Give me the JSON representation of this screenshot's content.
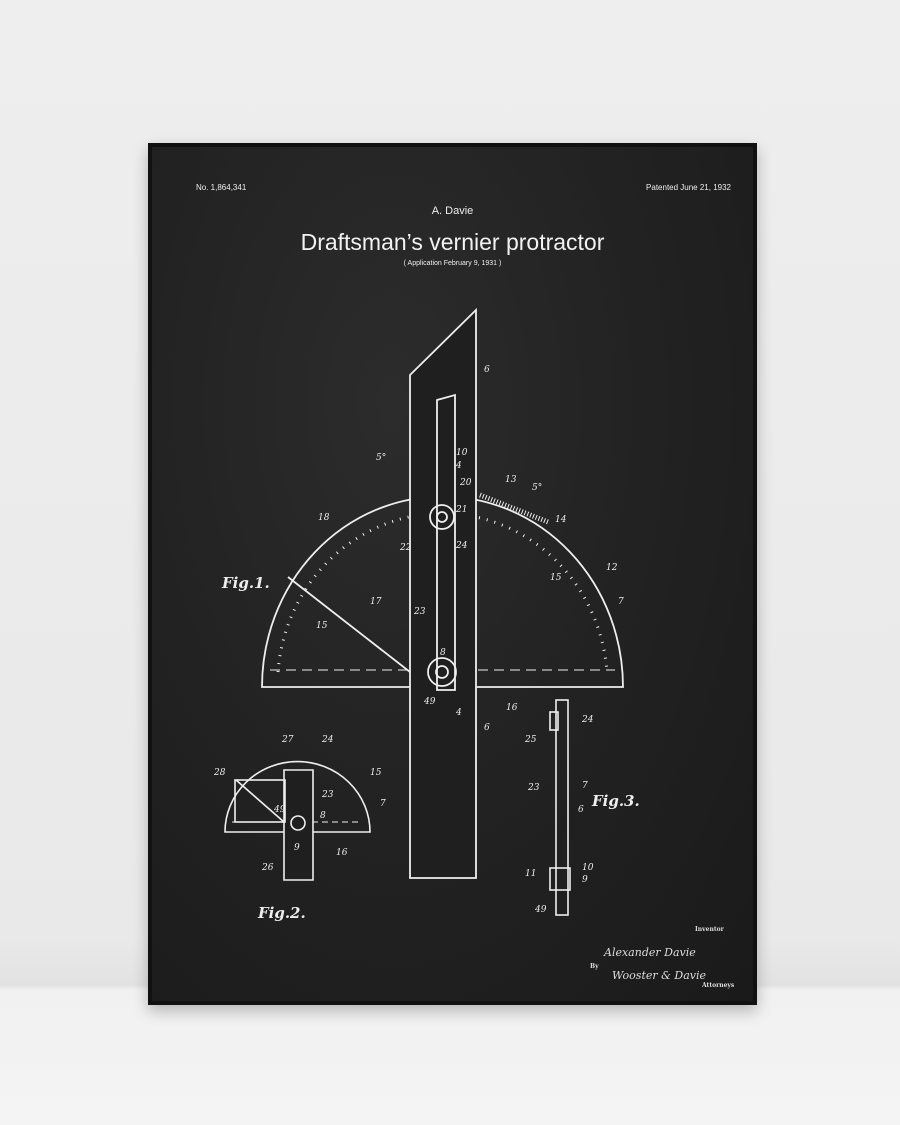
{
  "poster": {
    "patent_number": "No. 1,864,341",
    "patent_date": "Patented June 21, 1932",
    "author": "A. Davie",
    "title": "Draftsman’s vernier protractor",
    "application": "( Application February 9, 1931 )"
  },
  "figures": {
    "fig1_label": "Fig.1.",
    "fig2_label": "Fig.2.",
    "fig3_label": "Fig.3.",
    "fig1_refs": [
      "6",
      "5°",
      "10",
      "4",
      "20",
      "21",
      "24",
      "13",
      "5°",
      "14",
      "18",
      "12",
      "7",
      "15",
      "22",
      "17",
      "23",
      "15",
      "8",
      "49",
      "4",
      "6",
      "16"
    ],
    "fig2_refs": [
      "27",
      "24",
      "28",
      "15",
      "23",
      "7",
      "49",
      "8",
      "9",
      "16",
      "26"
    ],
    "fig3_refs": [
      "25",
      "24",
      "23",
      "7",
      "6",
      "11",
      "10",
      "9",
      "49"
    ]
  },
  "signature": {
    "inventor_label": "Inventor",
    "inventor": "Alexander Davie",
    "by": "By",
    "attorneys": "Wooster & Davie",
    "attorneys_label": "Attorneys"
  }
}
